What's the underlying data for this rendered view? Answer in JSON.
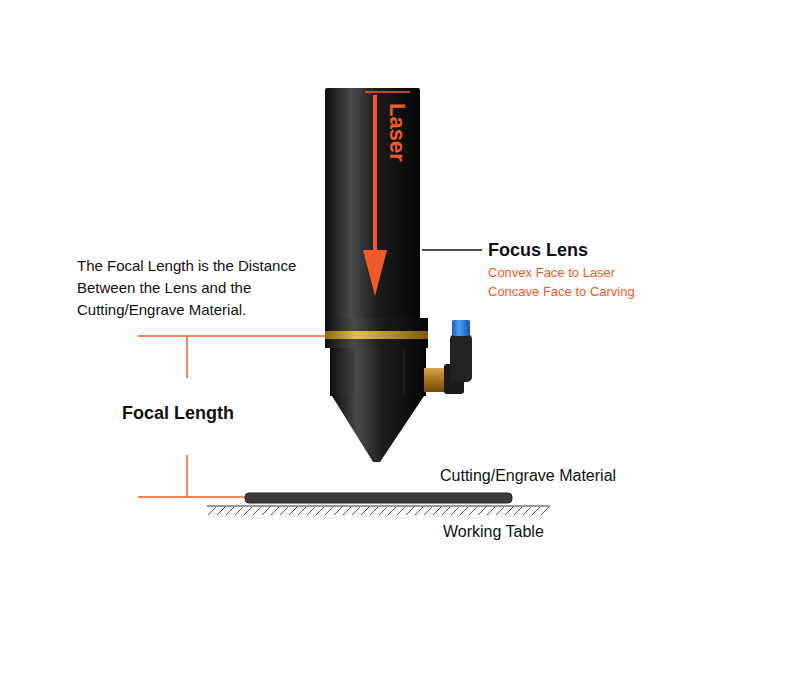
{
  "diagram": {
    "labels": [
      "Laser",
      "Focus Lens",
      "Convex Face to Laser",
      "Concave Face to Carving",
      "The Focal Length is the Distance Between the Lens and the Cutting/Engrave Material.",
      "Focal Length",
      "Cutting/Engrave Material",
      "Working Table"
    ]
  }
}
